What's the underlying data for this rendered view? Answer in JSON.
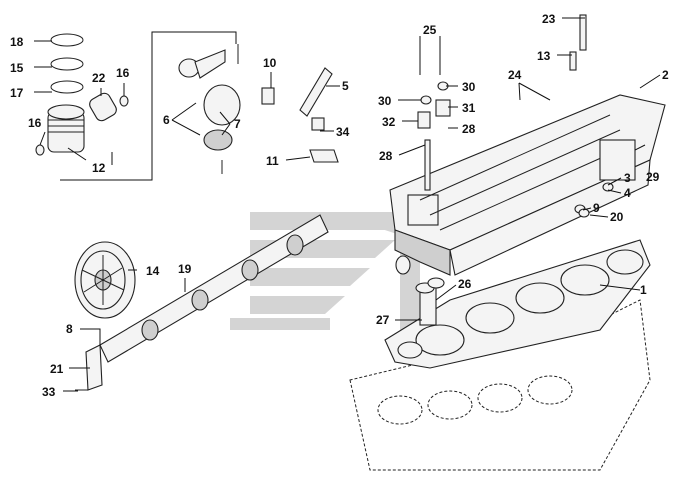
{
  "labels": {
    "l1": "1",
    "l2": "2",
    "l3": "3",
    "l4": "4",
    "l5": "5",
    "l6": "6",
    "l7": "7",
    "l8": "8",
    "l9": "9",
    "l10": "10",
    "l11": "11",
    "l12": "12",
    "l13": "13",
    "l14": "14",
    "l15": "15",
    "l16a": "16",
    "l16b": "16",
    "l17": "17",
    "l18": "18",
    "l19": "19",
    "l20": "20",
    "l21": "21",
    "l22": "22",
    "l23": "23",
    "l24": "24",
    "l25": "25",
    "l26": "26",
    "l27": "27",
    "l28a": "28",
    "l28b": "28",
    "l29": "29",
    "l30a": "30",
    "l30b": "30",
    "l31": "31",
    "l32": "32",
    "l33": "33",
    "l34": "34"
  },
  "colors": {
    "line": "#222222",
    "watermark": "#d2d2d2",
    "fill": "#f4f4f4"
  }
}
